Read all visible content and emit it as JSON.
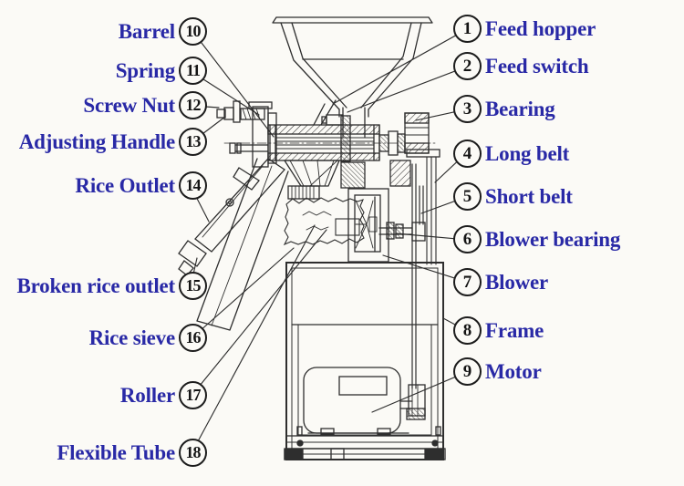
{
  "page": {
    "background": "#fbfaf6"
  },
  "colors": {
    "label_text": "#2929a6",
    "drawing_line": "#2e2e2e",
    "circle_border": "#1c1c1c"
  },
  "labels": {
    "left": [
      {
        "num": "10",
        "text": "Barrel"
      },
      {
        "num": "11",
        "text": "Spring"
      },
      {
        "num": "12",
        "text": "Screw Nut"
      },
      {
        "num": "13",
        "text": "Adjusting Handle"
      },
      {
        "num": "14",
        "text": "Rice Outlet"
      },
      {
        "num": "15",
        "text": "Broken rice outlet"
      },
      {
        "num": "16",
        "text": "Rice sieve"
      },
      {
        "num": "17",
        "text": "Roller"
      },
      {
        "num": "18",
        "text": "Flexible Tube"
      }
    ],
    "right": [
      {
        "num": "1",
        "text": "Feed hopper"
      },
      {
        "num": "2",
        "text": "Feed switch"
      },
      {
        "num": "3",
        "text": "Bearing"
      },
      {
        "num": "4",
        "text": "Long belt"
      },
      {
        "num": "5",
        "text": "Short belt"
      },
      {
        "num": "6",
        "text": "Blower bearing"
      },
      {
        "num": "7",
        "text": "Blower"
      },
      {
        "num": "8",
        "text": "Frame"
      },
      {
        "num": "9",
        "text": "Motor"
      }
    ]
  }
}
